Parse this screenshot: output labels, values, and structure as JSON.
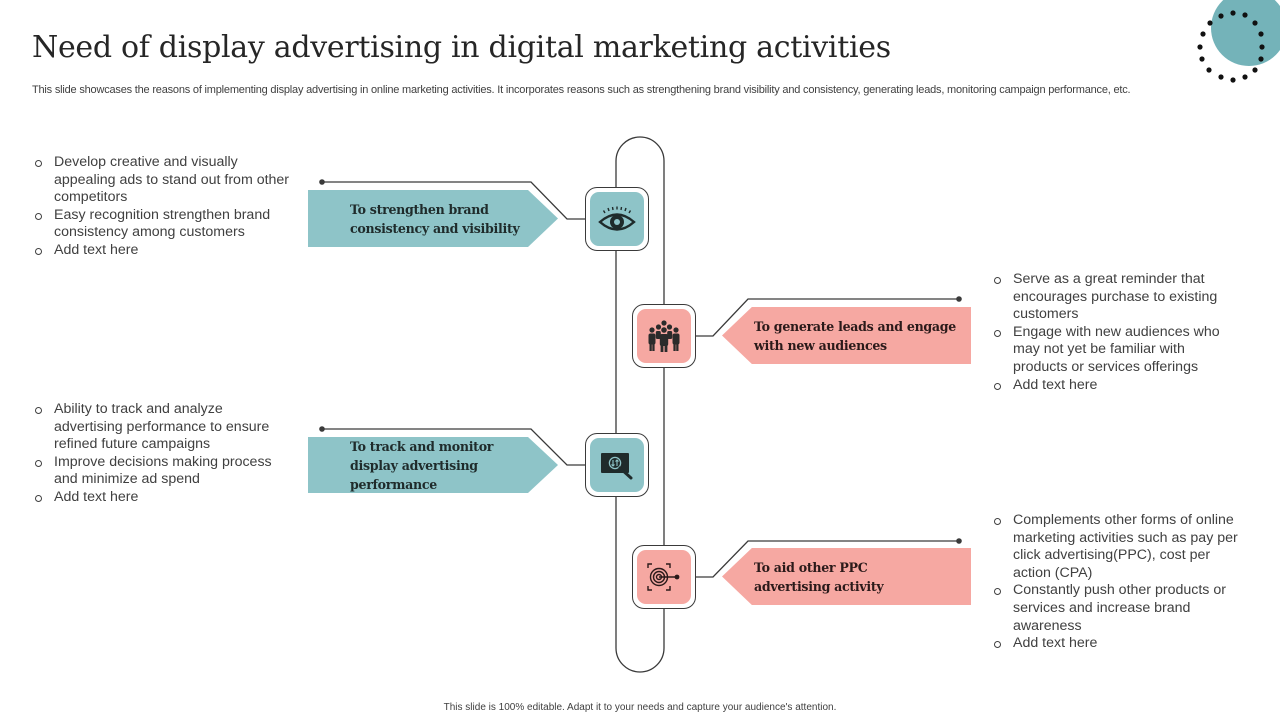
{
  "header": {
    "title": "Need of display advertising in digital marketing activities",
    "subtitle": "This slide showcases the reasons of implementing display advertising in online marketing activities. It incorporates reasons such as strengthening brand visibility and consistency, generating leads, monitoring campaign performance, etc."
  },
  "colors": {
    "teal": "#8ec4c8",
    "pink": "#f6a8a2",
    "deco_circle": "#74b3b9",
    "text": "#404040",
    "title": "#262626"
  },
  "steps": [
    {
      "label": "To strengthen brand consistency and visibility",
      "icon": "eye-icon",
      "color": "teal",
      "side": "left",
      "bullets": [
        "Develop creative and visually appealing ads to stand out from other competitors",
        "Easy recognition strengthen brand consistency among customers",
        "Add text here"
      ]
    },
    {
      "label": "To generate leads and engage with new audiences",
      "icon": "audience-group-icon",
      "color": "pink",
      "side": "right",
      "bullets": [
        "Serve as a great reminder that encourages purchase to existing customers",
        "Engage with new audiences who may not yet be familiar with products or services offerings",
        "Add text here"
      ]
    },
    {
      "label": "To track and monitor display advertising performance",
      "icon": "monitor-analytics-icon",
      "color": "teal",
      "side": "left",
      "bullets": [
        "Ability to track and analyze advertising performance to ensure refined future campaigns",
        "Improve decisions making process and minimize ad spend",
        "Add text here"
      ]
    },
    {
      "label": "To aid other PPC advertising activity",
      "icon": "target-arrow-icon",
      "color": "pink",
      "side": "right",
      "bullets": [
        "Complements other forms of online marketing activities such as pay per click advertising(PPC), cost per action (CPA)",
        "Constantly push other products or services and increase brand awareness",
        "Add text here"
      ]
    }
  ],
  "footer": {
    "text": "This slide is 100% editable.  Adapt it to your needs and capture your audience's attention."
  }
}
